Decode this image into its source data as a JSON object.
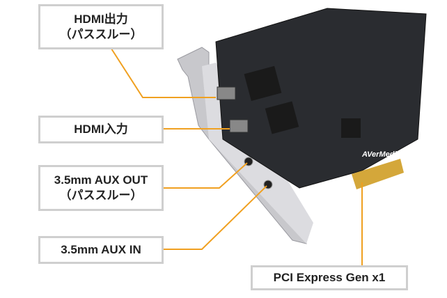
{
  "labels": {
    "hdmi_out": {
      "line1": "HDMI出力",
      "line2": "（パススルー）"
    },
    "hdmi_in": {
      "line1": "HDMI入力"
    },
    "aux_out": {
      "line1": "3.5mm AUX OUT",
      "line2": "（パススルー）"
    },
    "aux_in": {
      "line1": "3.5mm AUX IN"
    },
    "pcie": {
      "line1": "PCI Express Gen x1"
    }
  },
  "brand_logo": "AVerMedia",
  "colors": {
    "leader_line": "#f0a020",
    "board": "#2a2c30",
    "bracket": "#c8c8cc",
    "gold": "#d4a73a"
  }
}
